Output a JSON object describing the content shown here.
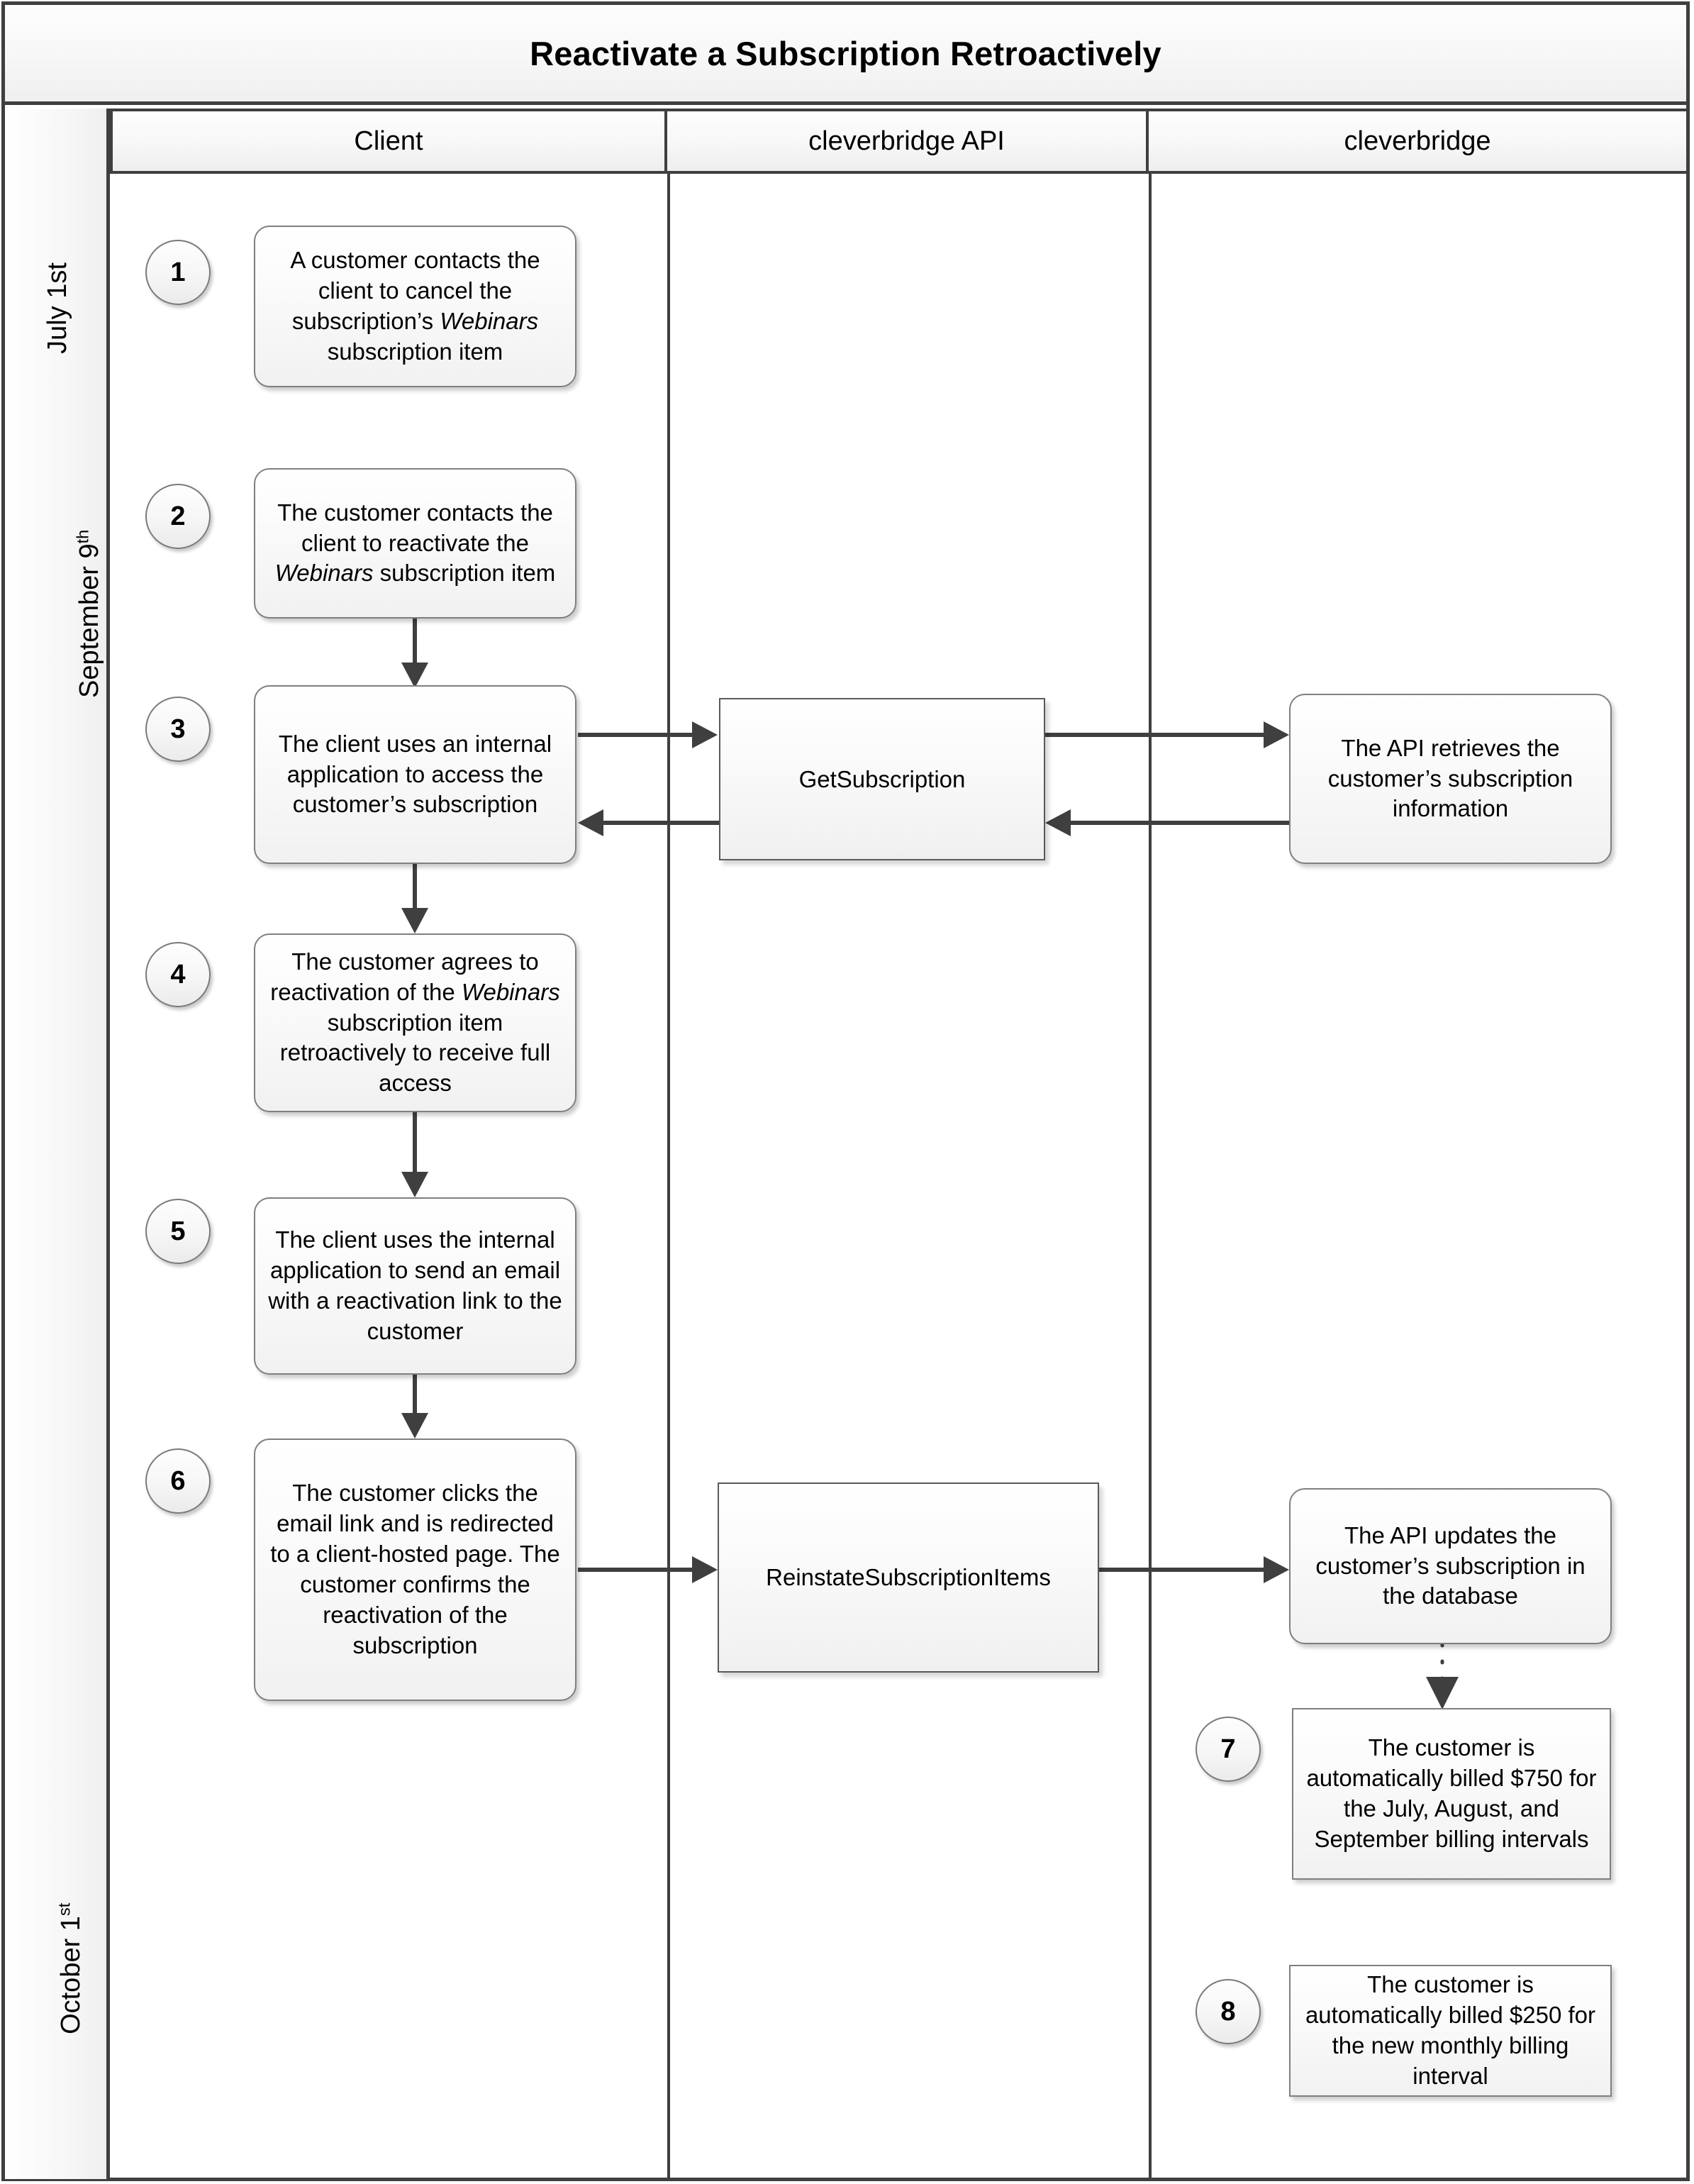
{
  "title": "Reactivate a Subscription Retroactively",
  "lanes": [
    {
      "label": "Client"
    },
    {
      "label": "cleverbridge API"
    },
    {
      "label": "cleverbridge"
    }
  ],
  "dates": [
    {
      "text": "July 1st",
      "base": "July 1st",
      "sup": ""
    },
    {
      "text": "September 9th",
      "base": "September 9",
      "sup": "th"
    },
    {
      "text": "October 1st",
      "base": "October 1",
      "sup": "st"
    }
  ],
  "steps": [
    {
      "number": "1",
      "lane": "Client"
    },
    {
      "number": "2",
      "lane": "Client"
    },
    {
      "number": "3",
      "lane": "Client"
    },
    {
      "number": "4",
      "lane": "Client"
    },
    {
      "number": "5",
      "lane": "Client"
    },
    {
      "number": "6",
      "lane": "Client"
    },
    {
      "number": "7",
      "lane": "cleverbridge"
    },
    {
      "number": "8",
      "lane": "cleverbridge"
    }
  ],
  "nodes": {
    "step1": {
      "pre": "A customer contacts the client to cancel the subscription’s ",
      "em": "Webinars",
      "post": " subscription item"
    },
    "step2": {
      "pre": "The customer contacts the client to reactivate the ",
      "em": "Webinars",
      "post": " subscription item"
    },
    "step3": {
      "pre": "The client uses an internal application to access the customer’s subscription",
      "em": "",
      "post": ""
    },
    "step4": {
      "pre": "The customer agrees to reactivation of the ",
      "em": "Webinars",
      "post": " subscription item retroactively to receive full access"
    },
    "step5": {
      "pre": "The client uses the internal application to send an email with a reactivation link to the customer",
      "em": "",
      "post": ""
    },
    "step6": {
      "pre": "The customer clicks the email link and is redirected to a client-hosted page. The customer confirms the reactivation of the subscription",
      "em": "",
      "post": ""
    },
    "step7": {
      "pre": "The customer is automatically billed $750 for the July, August, and September billing intervals",
      "em": "",
      "post": ""
    },
    "step8": {
      "pre": "The customer is automatically billed $250 for the new monthly billing interval",
      "em": "",
      "post": ""
    },
    "api_retrieve": {
      "pre": "The API retrieves the customer’s subscription information",
      "em": "",
      "post": ""
    },
    "api_update": {
      "pre": "The API updates the customer’s subscription in the database",
      "em": "",
      "post": ""
    }
  },
  "api_calls": {
    "get_subscription": "GetSubscription",
    "reinstate_subscription_items": "ReinstateSubscriptionItems"
  },
  "colors": {
    "frame": "#3f3f3f",
    "node_border": "#7f7f7f",
    "connector": "#3f3f3f",
    "text": "#000000",
    "band_gradient_start": "#fdfdfd",
    "band_gradient_end": "#efefef"
  }
}
